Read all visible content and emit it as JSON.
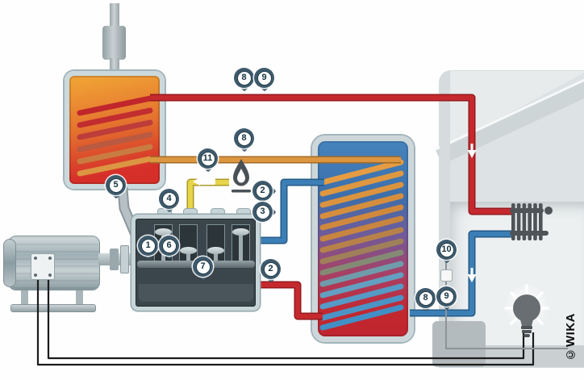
{
  "watermark": "©WIKA",
  "markers": [
    {
      "label": "8",
      "name": "hot-water-supply-pipe-point-a"
    },
    {
      "label": "9",
      "name": "hot-water-supply-pipe-point-b"
    },
    {
      "label": "8",
      "name": "exhaust-heat-pipe-point"
    },
    {
      "label": "11",
      "name": "gas-supply-valve-point"
    },
    {
      "label": "5",
      "name": "flue-exhaust-pipe-point"
    },
    {
      "label": "4",
      "name": "engine-top-point"
    },
    {
      "label": "2",
      "name": "coolant-riser-point-upper"
    },
    {
      "label": "3",
      "name": "coolant-riser-point-lower"
    },
    {
      "label": "1",
      "name": "generator-coupling-point"
    },
    {
      "label": "6",
      "name": "engine-block-point"
    },
    {
      "label": "7",
      "name": "crankshaft-point"
    },
    {
      "label": "2",
      "name": "engine-hot-outlet-point"
    },
    {
      "label": "10",
      "name": "room-sensor-point"
    },
    {
      "label": "8",
      "name": "return-pipe-point-a"
    },
    {
      "label": "9",
      "name": "return-pipe-point-b"
    }
  ],
  "colors": {
    "hot_water_pipe": "#c5292e",
    "cold_return_pipe": "#3c7fb6",
    "exhaust_heat_pipe": "#dc9640",
    "gas_supply_pipe": "#e6d44b",
    "flue_pipe": "#b7c0c4",
    "marker_badge": "#3e5a6c",
    "power_wire": "#1c1c1c"
  }
}
